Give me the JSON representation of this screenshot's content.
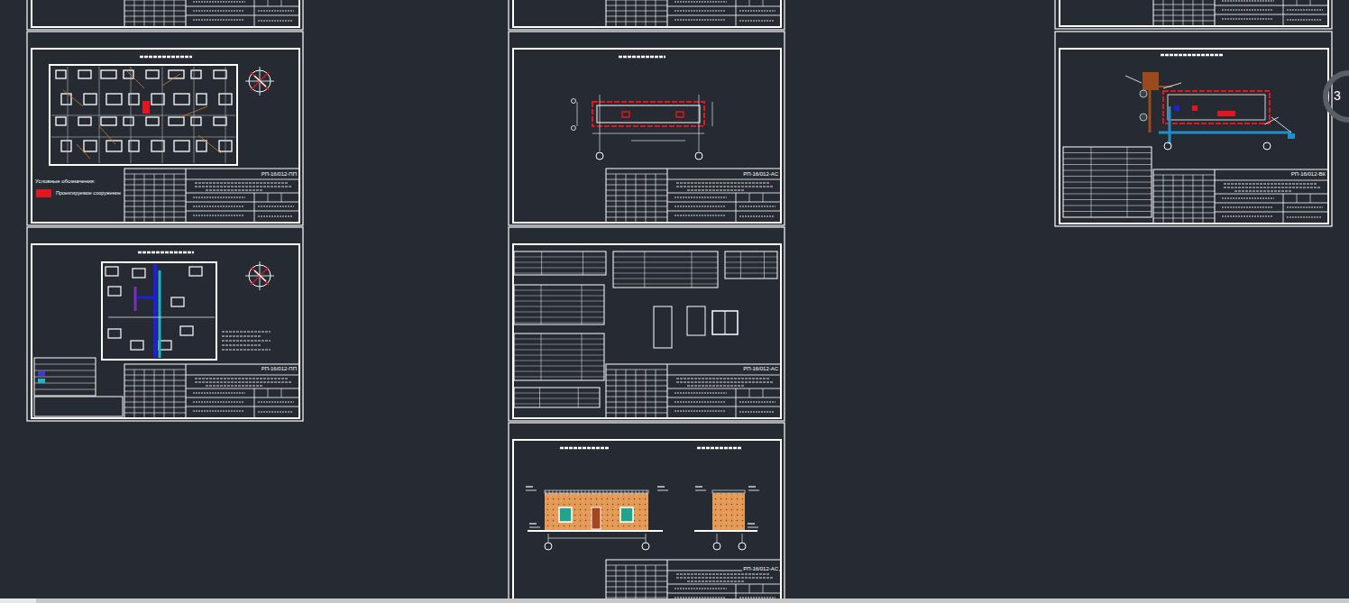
{
  "diagram": {
    "labels": [
      "РП-16/012-ПП",
      "РП-16/012-ПП",
      "РП-16/012-АС",
      "РП-16/012-АС",
      "РП-16/012-АС",
      "РП-16/012-ВК",
      "Условные обозначения:",
      "3"
    ],
    "legend": [
      {
        "text": "Проектируемое сооружение",
        "color": "#e3161d"
      }
    ]
  }
}
